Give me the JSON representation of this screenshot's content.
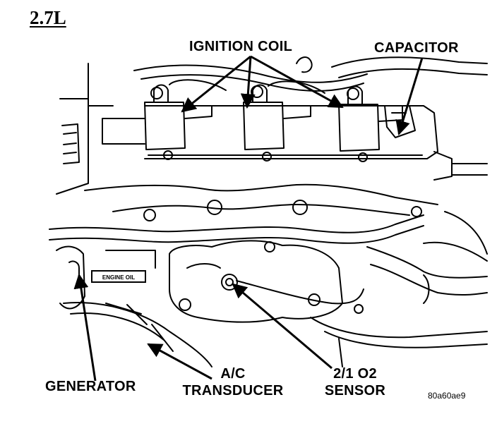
{
  "diagram": {
    "title": "2.7L",
    "labels": {
      "ignition_coil": "IGNITION COIL",
      "capacitor": "CAPACITOR",
      "generator": "GENERATOR",
      "ac_transducer_line1": "A/C",
      "ac_transducer_line2": "TRANSDUCER",
      "o2_sensor_line1": "2/1 O2",
      "o2_sensor_line2": "SENSOR"
    },
    "tag_text": "ENGINE OIL",
    "figure_id": "80a60ae9"
  },
  "colors": {
    "ink": "#000000",
    "paper": "#ffffff"
  }
}
